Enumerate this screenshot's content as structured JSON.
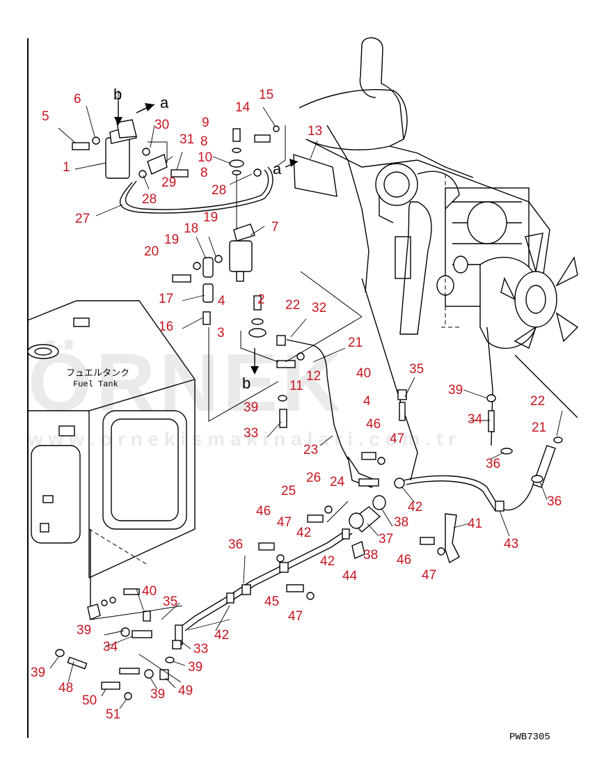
{
  "drawing_code": "PWB7305",
  "tank_label_jp": "フュエルタンク",
  "tank_label_en": "Fuel Tank",
  "view_markers": {
    "a": "a",
    "b": "b"
  },
  "watermark": {
    "brand": "ÖRNEK",
    "url": "w w w . o r n e k i s m a k i n a l a r i . c o m . t r"
  },
  "colors": {
    "label": "#c8141e",
    "line": "#000000",
    "watermark": "#d9d9d9"
  },
  "callouts": [
    {
      "id": "1",
      "text": "1"
    },
    {
      "id": "2",
      "text": "2"
    },
    {
      "id": "3",
      "text": "3"
    },
    {
      "id": "4a",
      "text": "4"
    },
    {
      "id": "4b",
      "text": "4"
    },
    {
      "id": "5",
      "text": "5"
    },
    {
      "id": "6",
      "text": "6"
    },
    {
      "id": "7",
      "text": "7"
    },
    {
      "id": "8a",
      "text": "8"
    },
    {
      "id": "8b",
      "text": "8"
    },
    {
      "id": "9",
      "text": "9"
    },
    {
      "id": "10",
      "text": "10"
    },
    {
      "id": "11",
      "text": "11"
    },
    {
      "id": "12",
      "text": "12"
    },
    {
      "id": "13",
      "text": "13"
    },
    {
      "id": "14",
      "text": "14"
    },
    {
      "id": "15",
      "text": "15"
    },
    {
      "id": "16",
      "text": "16"
    },
    {
      "id": "17",
      "text": "17"
    },
    {
      "id": "18",
      "text": "18"
    },
    {
      "id": "19a",
      "text": "19"
    },
    {
      "id": "19b",
      "text": "19"
    },
    {
      "id": "20",
      "text": "20"
    },
    {
      "id": "21a",
      "text": "21"
    },
    {
      "id": "21b",
      "text": "21"
    },
    {
      "id": "22a",
      "text": "22"
    },
    {
      "id": "22b",
      "text": "22"
    },
    {
      "id": "23",
      "text": "23"
    },
    {
      "id": "24",
      "text": "24"
    },
    {
      "id": "25",
      "text": "25"
    },
    {
      "id": "26",
      "text": "26"
    },
    {
      "id": "27",
      "text": "27"
    },
    {
      "id": "28a",
      "text": "28"
    },
    {
      "id": "28b",
      "text": "28"
    },
    {
      "id": "29",
      "text": "29"
    },
    {
      "id": "30",
      "text": "30"
    },
    {
      "id": "31",
      "text": "31"
    },
    {
      "id": "32",
      "text": "32"
    },
    {
      "id": "33a",
      "text": "33"
    },
    {
      "id": "33b",
      "text": "33"
    },
    {
      "id": "34a",
      "text": "34"
    },
    {
      "id": "34b",
      "text": "34"
    },
    {
      "id": "35a",
      "text": "35"
    },
    {
      "id": "35b",
      "text": "35"
    },
    {
      "id": "36a",
      "text": "36"
    },
    {
      "id": "36b",
      "text": "36"
    },
    {
      "id": "36c",
      "text": "36"
    },
    {
      "id": "37",
      "text": "37"
    },
    {
      "id": "38a",
      "text": "38"
    },
    {
      "id": "38b",
      "text": "38"
    },
    {
      "id": "39a",
      "text": "39"
    },
    {
      "id": "39b",
      "text": "39"
    },
    {
      "id": "39c",
      "text": "39"
    },
    {
      "id": "39d",
      "text": "39"
    },
    {
      "id": "39e",
      "text": "39"
    },
    {
      "id": "39f",
      "text": "39"
    },
    {
      "id": "40a",
      "text": "40"
    },
    {
      "id": "40b",
      "text": "40"
    },
    {
      "id": "41",
      "text": "41"
    },
    {
      "id": "42a",
      "text": "42"
    },
    {
      "id": "42b",
      "text": "42"
    },
    {
      "id": "42c",
      "text": "42"
    },
    {
      "id": "42d",
      "text": "42"
    },
    {
      "id": "43",
      "text": "43"
    },
    {
      "id": "44",
      "text": "44"
    },
    {
      "id": "45",
      "text": "45"
    },
    {
      "id": "46a",
      "text": "46"
    },
    {
      "id": "46b",
      "text": "46"
    },
    {
      "id": "46c",
      "text": "46"
    },
    {
      "id": "47a",
      "text": "47"
    },
    {
      "id": "47b",
      "text": "47"
    },
    {
      "id": "47c",
      "text": "47"
    },
    {
      "id": "47d",
      "text": "47"
    },
    {
      "id": "48",
      "text": "48"
    },
    {
      "id": "49",
      "text": "49"
    },
    {
      "id": "50",
      "text": "50"
    },
    {
      "id": "51",
      "text": "51"
    }
  ]
}
